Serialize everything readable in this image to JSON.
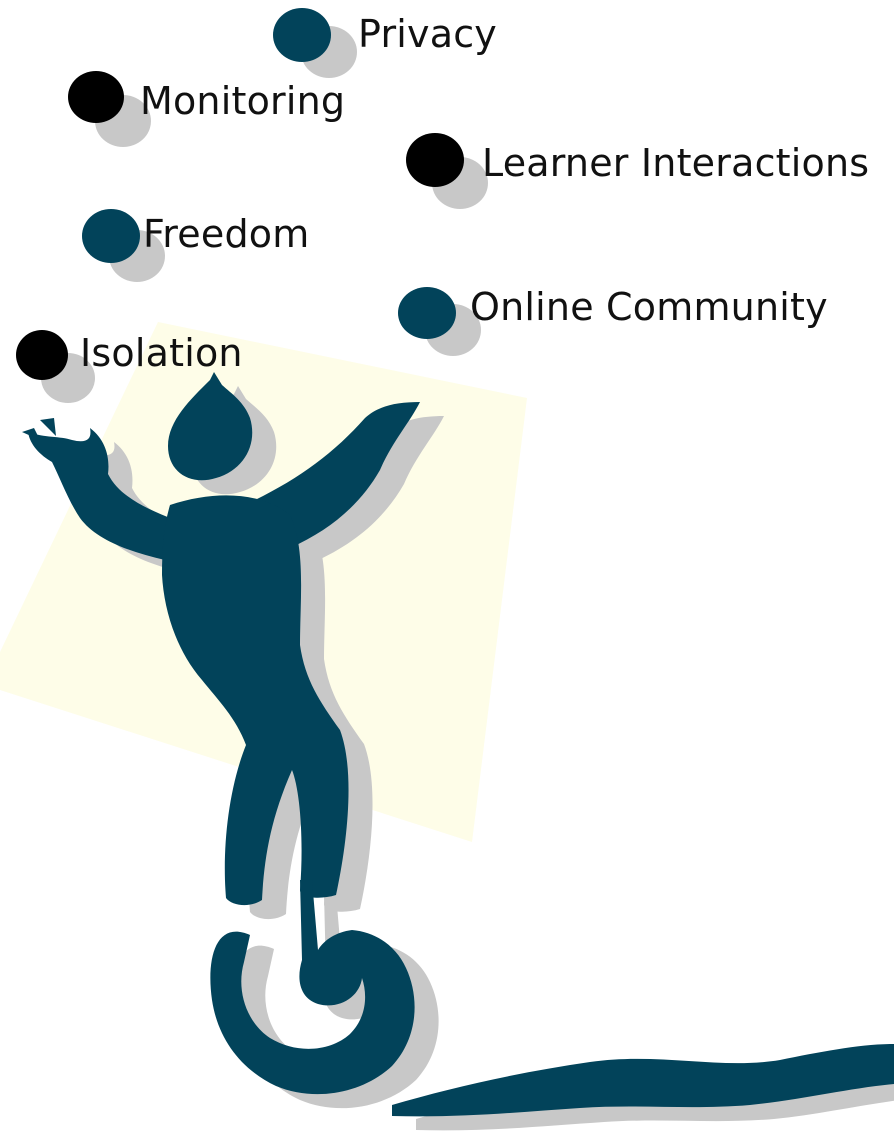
{
  "labels": {
    "privacy": "Privacy",
    "monitoring": "Monitoring",
    "learner_interactions": "Learner Interactions",
    "freedom": "Freedom",
    "online_community": "Online Community",
    "isolation": "Isolation"
  },
  "colors": {
    "figure": "#02435a",
    "shadow": "#c8c8c8",
    "backdrop": "#fefde8",
    "ball_dark": "#000000",
    "ball_teal": "#02435a"
  },
  "icons": {
    "figure": "juggler-on-unicycle-icon",
    "ball": "juggling-ball-icon"
  }
}
